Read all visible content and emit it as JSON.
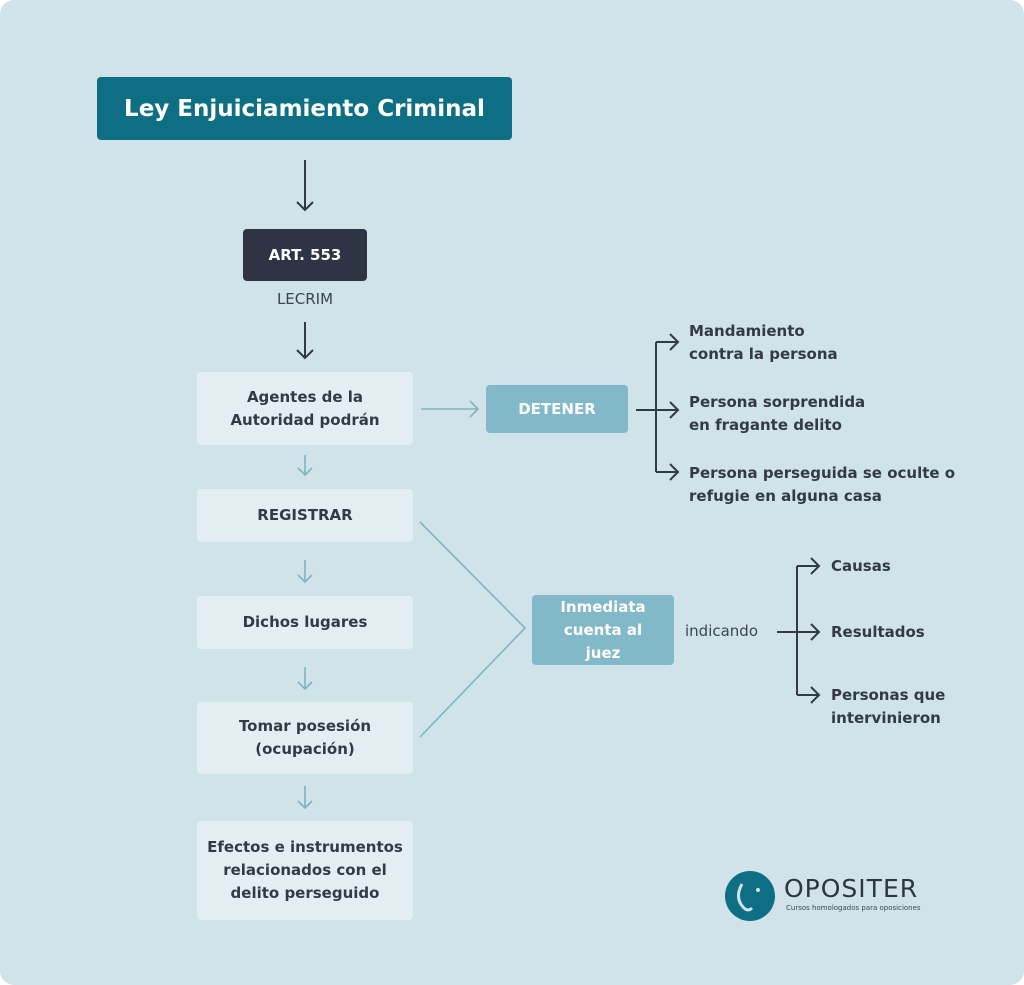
{
  "title": "Ley Enjuiciamiento Criminal",
  "article": "ART. 553",
  "law_abbr": "LECRIM",
  "steps": [
    "Agentes de la Autoridad podrán",
    "REGISTRAR",
    "Dichos lugares",
    "Tomar posesión (ocupación)",
    "Efectos e instrumentos relacionados con el delito perseguido"
  ],
  "detener": {
    "label": "DETENER",
    "cases": [
      "Mandamiento contra la persona",
      "Persona sorprendida en fragante delito",
      "Persona perseguida se oculte o refugie en alguna casa"
    ]
  },
  "juez": {
    "label": "Inmediata cuenta al juez",
    "connector": "indicando",
    "items": [
      "Causas",
      "Resultados",
      "Personas que intervinieron"
    ]
  },
  "logo": {
    "name": "OPOSITER",
    "tagline": "Cursos homologados para oposiciones"
  },
  "colors": {
    "background": "#cfe3e9",
    "title_bg": "#0e6f84",
    "article_bg": "#2f3444",
    "accent_box": "#82b9c8",
    "light_box": "#e2eef2"
  }
}
